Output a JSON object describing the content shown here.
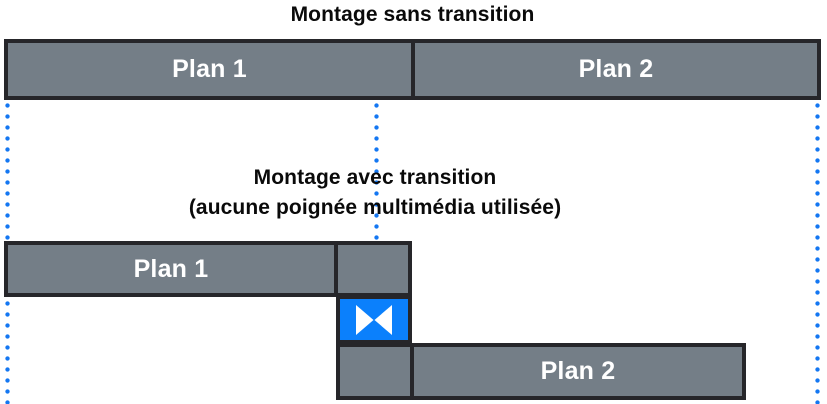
{
  "colors": {
    "title_text": "#0a0a0a",
    "clip_fill": "#747e87",
    "clip_border": "#26262a",
    "transition_blue": "#0b80fc",
    "dot_blue": "#1477f2",
    "label_text": "#ffffff"
  },
  "section_no_transition": {
    "title": "Montage sans transition",
    "clips": {
      "plan1": "Plan 1",
      "plan2": "Plan 2"
    }
  },
  "section_with_transition": {
    "title_line1": "Montage avec transition",
    "title_line2": "(aucune poignée multimédia utilisée)",
    "clips": {
      "plan1": "Plan 1",
      "plan2": "Plan 2"
    },
    "transition_icon": "bowtie-transition-icon"
  }
}
